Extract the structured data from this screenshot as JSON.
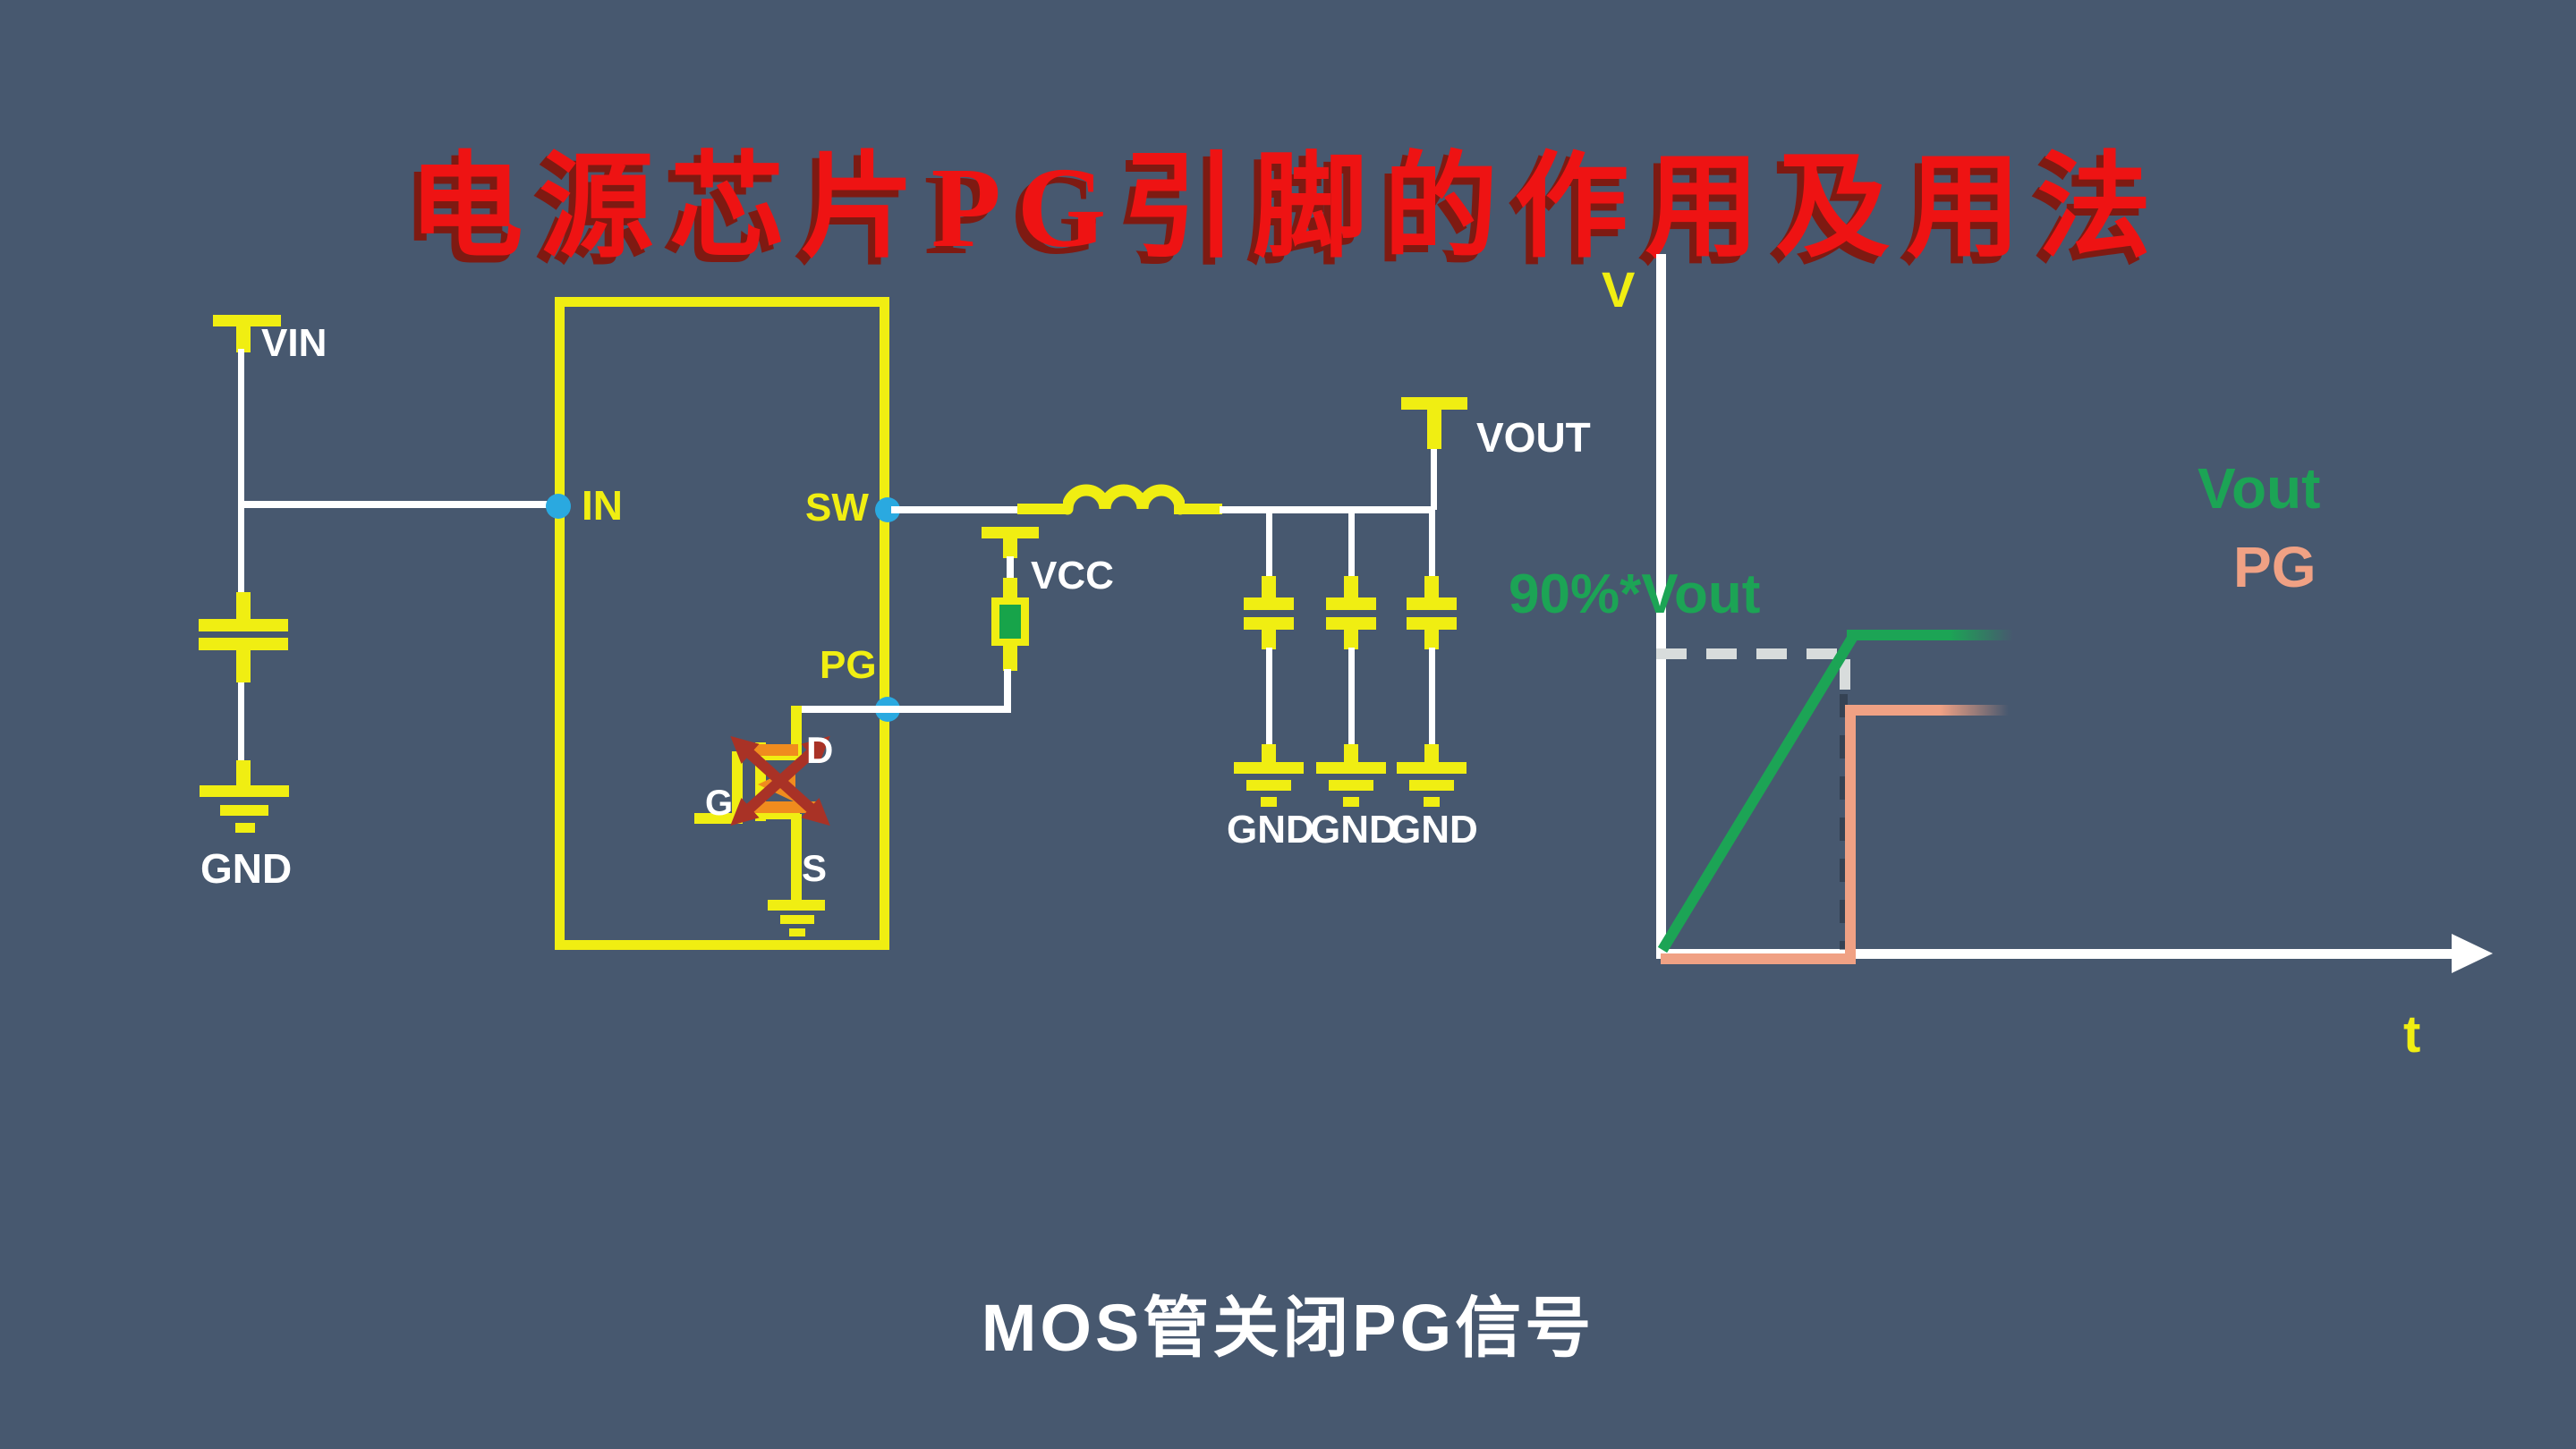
{
  "title": {
    "text": "电源芯片PG引脚的作用及用法"
  },
  "caption": {
    "text": "MOS管关闭PG信号"
  },
  "schematic": {
    "vin": "VIN",
    "gnd_input": "GND",
    "ic": {
      "in": "IN",
      "sw": "SW",
      "pg": "PG"
    },
    "mosfet": {
      "drain": "D",
      "gate": "G",
      "source": "S"
    },
    "vcc": "VCC",
    "vout": "VOUT",
    "cap_grounds": [
      "GND",
      "GND",
      "GND"
    ]
  },
  "chart": {
    "v_axis": "V",
    "t_axis": "t",
    "threshold": "90%*Vout",
    "legend": {
      "vout": "Vout",
      "pg": "PG"
    }
  },
  "chart_data": {
    "type": "line",
    "xlabel": "t",
    "ylabel": "V",
    "legend_position": "right",
    "grid": false,
    "threshold": {
      "label": "90%*Vout",
      "y_frac_of_vout": 0.9,
      "style": "gray dashed horizontal"
    },
    "series": [
      {
        "name": "Vout",
        "color": "#1ca455",
        "shape": "ramp then flat",
        "x_rel": [
          0,
          0.24,
          0.45
        ],
        "y_frac_of_vout": [
          0,
          0.95,
          0.95
        ],
        "note": "rises linearly from origin, levels off just above the 90%*Vout dashed line, fades out to the right"
      },
      {
        "name": "PG",
        "color": "#f0a184",
        "shape": "step",
        "x_rel": [
          0,
          0.24,
          0.24,
          0.44
        ],
        "y_frac_of_vout": [
          0,
          0,
          0.73,
          0.73
        ],
        "note": "stays at 0 until Vout crosses 90%*Vout, then steps high and fades out to the right"
      }
    ]
  },
  "colors": {
    "background": "#47586f",
    "wire_yellow": "#f0ee12",
    "wire_white": "#ffffff",
    "node_cyan": "#2aa9e0",
    "green": "#1ca455",
    "salmon": "#f0a184",
    "title_red": "#ee1313",
    "title_shadow_red": "#7e1a12",
    "resistor_green": "#17a44a",
    "x_marker_red": "#a93226",
    "mosfet_arrow_orange": "#f08c1e",
    "dash_gray": "#d8dcdc"
  }
}
